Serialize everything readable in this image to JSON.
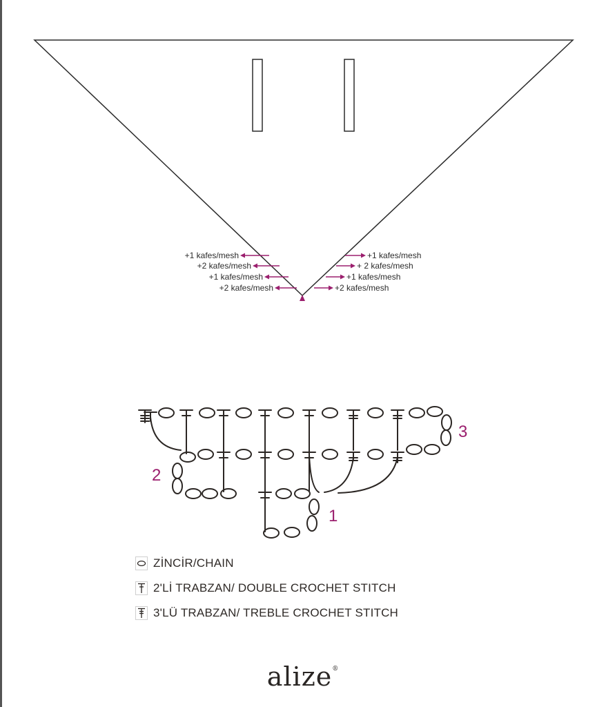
{
  "schematic": {
    "increase_left": [
      "+1 kafes/mesh",
      "+2 kafes/mesh",
      "+1 kafes/mesh",
      "+2 kafes/mesh"
    ],
    "increase_right": [
      "+1 kafes/mesh",
      "+ 2 kafes/mesh",
      "+1 kafes/mesh",
      "+2 kafes/mesh"
    ],
    "arrow_color": "#9b1f6e",
    "line_color": "#2b2b2b"
  },
  "stitch_chart": {
    "row_labels": [
      "1",
      "2",
      "3"
    ],
    "label_color": "#9b1f6e",
    "stroke_color": "#2b2623"
  },
  "legend": {
    "chain": "ZİNCİR/CHAIN",
    "double_crochet": "2'Lİ TRABZAN/ DOUBLE CROCHET STITCH",
    "treble_crochet": "3'LÜ TRABZAN/ TREBLE CROCHET STITCH"
  },
  "brand": {
    "name": "alize",
    "mark": "®"
  }
}
